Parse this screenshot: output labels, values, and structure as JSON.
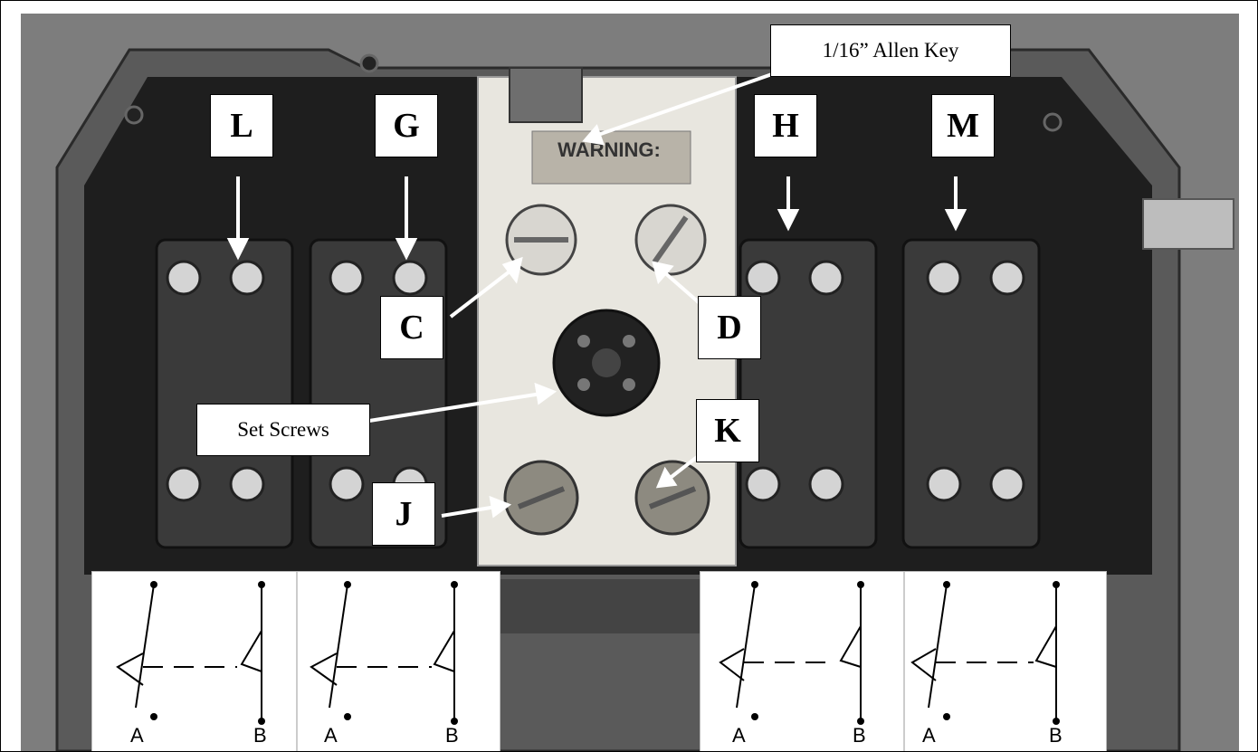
{
  "figure": {
    "labels": {
      "L": "L",
      "G": "G",
      "H": "H",
      "M": "M",
      "C": "C",
      "D": "D",
      "J": "J",
      "K": "K"
    },
    "allen_key_label": "1/16” Allen Key",
    "set_screws_label": "Set Screws",
    "warning_text": "WARNING:",
    "schematic_left": {
      "A1": "A",
      "B1": "B",
      "A2": "A",
      "B2": "B"
    },
    "schematic_right": {
      "A1": "A",
      "B1": "B",
      "A2": "A",
      "B2": "B"
    }
  }
}
